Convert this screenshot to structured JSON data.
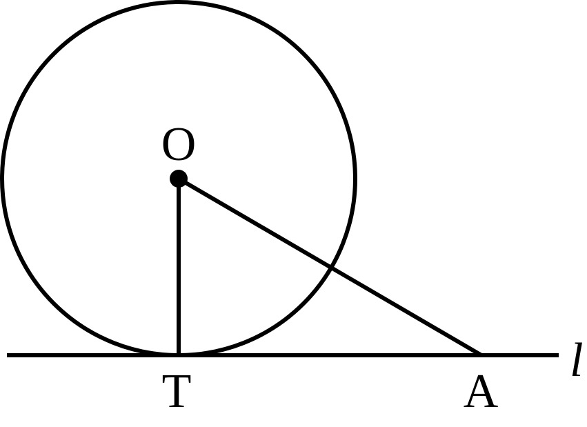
{
  "figure": {
    "stroke_color": "#000000",
    "background": "#ffffff",
    "labels": {
      "center": "O",
      "tangent_point": "T",
      "external_point": "A",
      "line": "l"
    }
  }
}
